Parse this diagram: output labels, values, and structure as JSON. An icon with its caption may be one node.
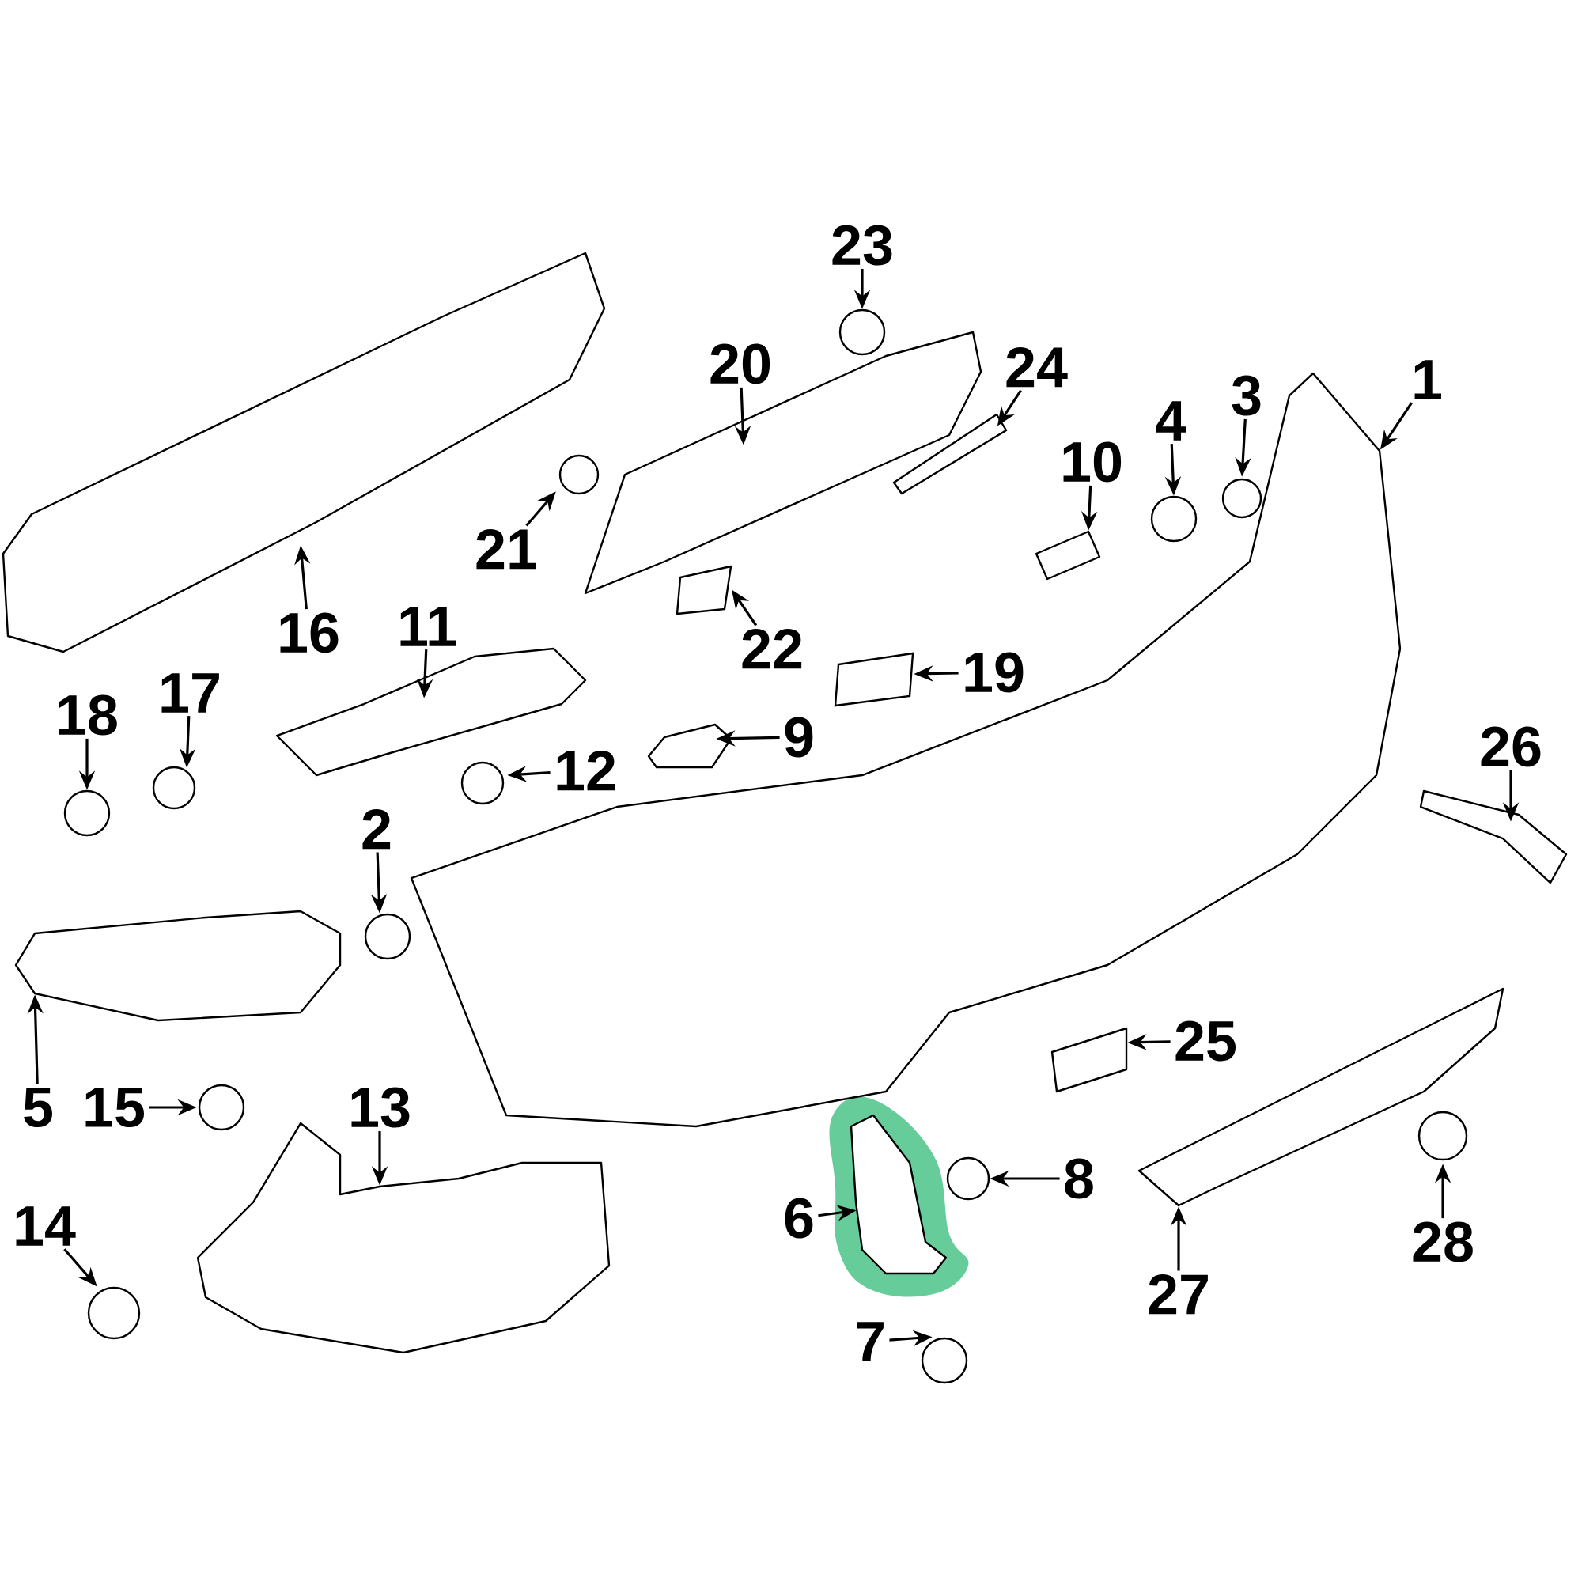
{
  "diagram": {
    "nodes": [
      {
        "text": [
          "1"
        ]
      },
      {
        "text": [
          "2"
        ]
      },
      {
        "text": [
          "3"
        ]
      },
      {
        "text": [
          "4"
        ]
      },
      {
        "text": [
          "5"
        ]
      },
      {
        "text": [
          "6"
        ]
      },
      {
        "text": [
          "7"
        ]
      },
      {
        "text": [
          "8"
        ]
      },
      {
        "text": [
          "9"
        ]
      },
      {
        "text": [
          "10"
        ]
      },
      {
        "text": [
          "11"
        ]
      },
      {
        "text": [
          "12"
        ]
      },
      {
        "text": [
          "13"
        ]
      },
      {
        "text": [
          "14"
        ]
      },
      {
        "text": [
          "15"
        ]
      },
      {
        "text": [
          "16"
        ]
      },
      {
        "text": [
          "17"
        ]
      },
      {
        "text": [
          "18"
        ]
      },
      {
        "text": [
          "19"
        ]
      },
      {
        "text": [
          "20"
        ]
      },
      {
        "text": [
          "21"
        ]
      },
      {
        "text": [
          "22"
        ]
      },
      {
        "text": [
          "23"
        ]
      },
      {
        "text": [
          "24"
        ]
      },
      {
        "text": [
          "25"
        ]
      },
      {
        "text": [
          "26"
        ]
      },
      {
        "text": [
          "27"
        ]
      },
      {
        "text": [
          "28"
        ]
      },
      {
        "text": [],
        "shape": "picture"
      },
      {
        "text": [],
        "shape": "circle"
      },
      {
        "text": [],
        "shape": "circle"
      },
      {
        "text": [],
        "shape": "circle"
      },
      {
        "text": [],
        "shape": "picture"
      },
      {
        "text": [],
        "shape": "picture"
      },
      {
        "text": [],
        "shape": "circle"
      },
      {
        "text": [],
        "shape": "circle"
      },
      {
        "text": [],
        "shape": "picture"
      },
      {
        "text": [],
        "shape": "picture"
      },
      {
        "text": [],
        "shape": "picture"
      },
      {
        "text": [],
        "shape": "circle"
      },
      {
        "text": [],
        "shape": "picture"
      },
      {
        "text": [],
        "shape": "circle"
      },
      {
        "text": [],
        "shape": "circle"
      },
      {
        "text": [],
        "shape": "picture"
      },
      {
        "text": [],
        "shape": "circle"
      },
      {
        "text": [],
        "shape": "circle"
      },
      {
        "text": [],
        "shape": "box"
      },
      {
        "text": [],
        "shape": "picture"
      },
      {
        "text": [],
        "shape": "circle"
      },
      {
        "text": [],
        "shape": "picture"
      },
      {
        "text": [],
        "shape": "circle"
      },
      {
        "text": [],
        "shape": "picture"
      },
      {
        "text": [],
        "shape": "picture"
      },
      {
        "text": [],
        "shape": "picture"
      },
      {
        "text": [],
        "shape": "picture"
      },
      {
        "text": [],
        "shape": "circle"
      }
    ],
    "edges": [
      {
        "from": 0,
        "to": 28,
        "arrow": "to"
      },
      {
        "from": 1,
        "to": 29,
        "arrow": "to"
      },
      {
        "from": 2,
        "to": 30,
        "arrow": "to"
      },
      {
        "from": 3,
        "to": 31,
        "arrow": "to"
      },
      {
        "from": 4,
        "to": 32,
        "arrow": "to"
      },
      {
        "from": 5,
        "to": 33,
        "arrow": "to"
      },
      {
        "from": 6,
        "to": 34,
        "arrow": "to"
      },
      {
        "from": 7,
        "to": 35,
        "arrow": "to"
      },
      {
        "from": 8,
        "to": 36,
        "arrow": "to"
      },
      {
        "from": 9,
        "to": 37,
        "arrow": "to"
      },
      {
        "from": 10,
        "to": 38,
        "arrow": "to"
      },
      {
        "from": 11,
        "to": 39,
        "arrow": "to"
      },
      {
        "from": 12,
        "to": 40,
        "arrow": "to"
      },
      {
        "from": 13,
        "to": 41,
        "arrow": "to"
      },
      {
        "from": 14,
        "to": 42,
        "arrow": "to"
      },
      {
        "from": 15,
        "to": 43,
        "arrow": "to"
      },
      {
        "from": 16,
        "to": 44,
        "arrow": "to"
      },
      {
        "from": 17,
        "to": 45,
        "arrow": "to"
      },
      {
        "from": 18,
        "to": 46,
        "arrow": "to"
      },
      {
        "from": 19,
        "to": 47,
        "arrow": "to"
      },
      {
        "from": 20,
        "to": 48,
        "arrow": "to"
      },
      {
        "from": 21,
        "to": 49,
        "arrow": "to"
      },
      {
        "from": 22,
        "to": 50,
        "arrow": "to"
      },
      {
        "from": 23,
        "to": 51,
        "arrow": "to"
      },
      {
        "from": 24,
        "to": 52,
        "arrow": "to"
      },
      {
        "from": 25,
        "to": 53,
        "arrow": "to"
      },
      {
        "from": 26,
        "to": 54,
        "arrow": "to"
      },
      {
        "from": 27,
        "to": 55,
        "arrow": "to"
      }
    ]
  }
}
